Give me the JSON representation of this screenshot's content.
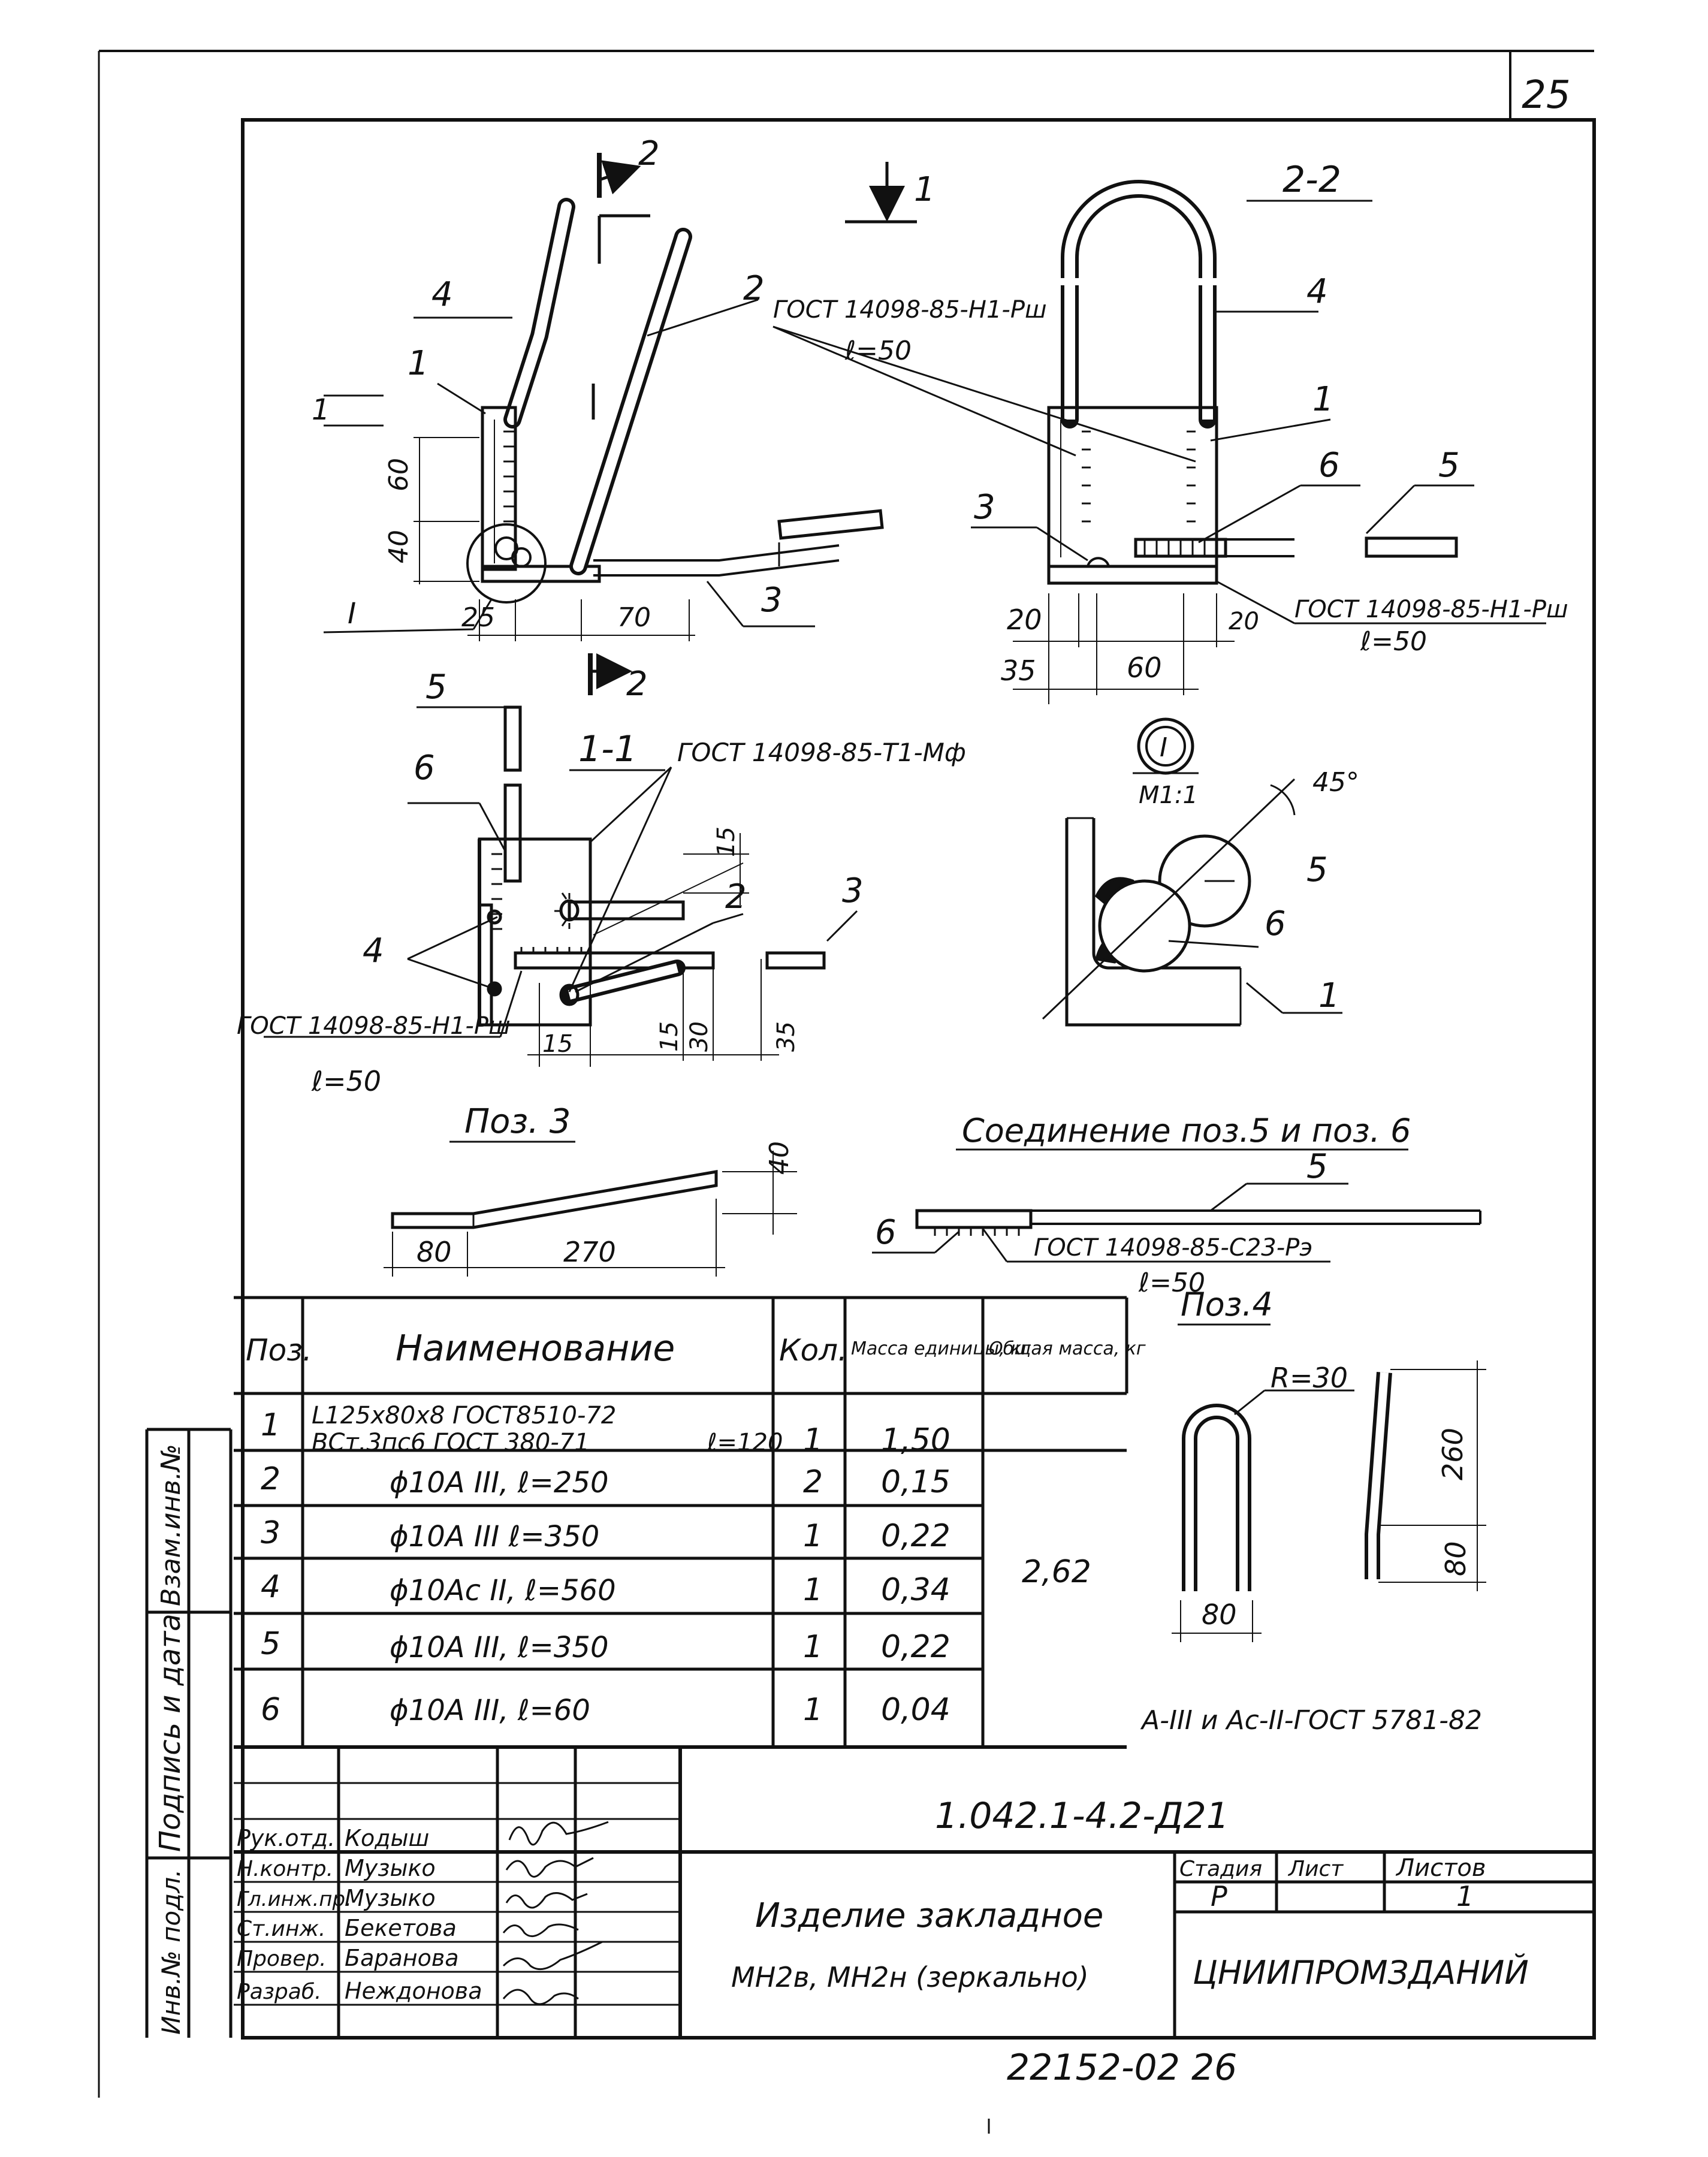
{
  "sheet_number": "25",
  "views": {
    "main": {
      "section_mark_top": "2",
      "section_mark_bottom": "2",
      "section_1_mark": "1",
      "view_marker": "1",
      "pos_4": "4",
      "pos_1": "1",
      "pos_2": "2",
      "pos_3": "3",
      "detail_ref": "I",
      "weld_note": "ГОСТ 14098-85-Н1-Рш",
      "weld_len": "ℓ=50",
      "dim_60": "60",
      "dim_40": "40",
      "dim_25": "25",
      "dim_70": "70"
    },
    "section_2_2": {
      "title": "2-2",
      "pos_4": "4",
      "pos_1": "1",
      "pos_6": "6",
      "pos_5": "5",
      "pos_3": "3",
      "weld_note": "ГОСТ 14098-85-Н1-Рш",
      "weld_len": "ℓ=50",
      "dim_20a": "20",
      "dim_35": "35",
      "dim_60": "60",
      "dim_20b": "20"
    },
    "section_1_1": {
      "title": "1-1",
      "weld_note_top": "ГОСТ 14098-85-Т1-Мф",
      "weld_note_bottom": "ГОСТ 14098-85-Н1-Рш",
      "weld_len": "ℓ=50",
      "pos_5": "5",
      "pos_6": "6",
      "pos_4": "4",
      "pos_2": "2",
      "pos_3": "3",
      "dim_15a": "15",
      "dim_15b": "15",
      "dim_15c": "15",
      "dim_30": "30",
      "dim_35": "35"
    },
    "detail_I": {
      "mark": "I",
      "scale": "М1:1",
      "angle": "45°",
      "pos_5": "5",
      "pos_6": "6",
      "pos_1": "1"
    },
    "pos3": {
      "title": "Поз. 3",
      "dim_80": "80",
      "dim_270": "270",
      "dim_40": "40"
    },
    "joint_5_6": {
      "title": "Соединение поз.5 и поз. 6",
      "pos_5": "5",
      "pos_6": "6",
      "weld_note": "ГОСТ 14098-85-С23-Рэ",
      "weld_len": "ℓ=50"
    },
    "pos4": {
      "title": "Поз.4",
      "radius": "R=30",
      "dim_260": "260",
      "dim_80v": "80",
      "dim_80h": "80",
      "steel_note": "А-III и Ас-II-ГОСТ 5781-82"
    }
  },
  "spec_table": {
    "headers": [
      "Поз.",
      "Наименование",
      "Кол.",
      "Масса единицы, кг",
      "Общая масса, кг"
    ],
    "rows": [
      {
        "pos": "1",
        "name_line1": "L125x80x8 ГОСТ8510-72",
        "name_line2": "ВСт.3пс6 ГОСТ 380-71",
        "length": "ℓ=120",
        "qty": "1",
        "mass": "1,50"
      },
      {
        "pos": "2",
        "name_line1": "ϕ10А III, ℓ=250",
        "name_line2": "",
        "length": "",
        "qty": "2",
        "mass": "0,15"
      },
      {
        "pos": "3",
        "name_line1": "ϕ10А III ℓ=350",
        "name_line2": "",
        "length": "",
        "qty": "1",
        "mass": "0,22"
      },
      {
        "pos": "4",
        "name_line1": "ϕ10Ас II, ℓ=560",
        "name_line2": "",
        "length": "",
        "qty": "1",
        "mass": "0,34"
      },
      {
        "pos": "5",
        "name_line1": "ϕ10А III, ℓ=350",
        "name_line2": "",
        "length": "",
        "qty": "1",
        "mass": "0,22"
      },
      {
        "pos": "6",
        "name_line1": "ϕ10А III, ℓ=60",
        "name_line2": "",
        "length": "",
        "qty": "1",
        "mass": "0,04"
      }
    ],
    "total_mass": "2,62"
  },
  "side_stamp": {
    "inv_podl": "Инв.№ подл.",
    "podpis_data": "Подпись и дата",
    "vzam_inv": "Взам.инв.№"
  },
  "title_block": {
    "code": "1.042.1-4.2-Д21",
    "name_line1": "Изделие закладное",
    "name_line2": "МН2в, МН2н (зеркально)",
    "stage_label": "Стадия",
    "sheet_label": "Лист",
    "sheets_label": "Листов",
    "stage": "Р",
    "sheet": "",
    "sheets": "1",
    "org": "ЦНИИПРОМЗДАНИЙ",
    "people": [
      {
        "role": "Рук.отд.",
        "name": "Кодыш"
      },
      {
        "role": "Н.контр.",
        "name": "Музыко"
      },
      {
        "role": "Гл.инж.пр.",
        "name": "Музыко"
      },
      {
        "role": "Ст.инж.",
        "name": "Бекетова"
      },
      {
        "role": "Провер.",
        "name": "Баранова"
      },
      {
        "role": "Разраб.",
        "name": "Неждонова"
      }
    ]
  },
  "footer_number": "22152-02 26"
}
